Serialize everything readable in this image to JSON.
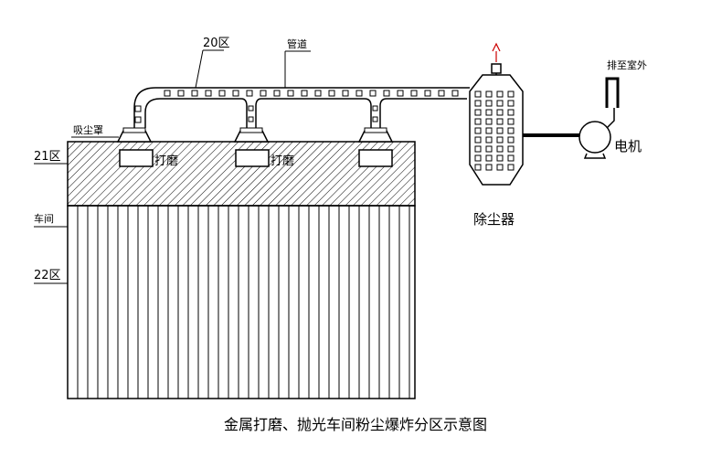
{
  "labels": {
    "zone20": "20区",
    "pipe": "管道",
    "hood": "吸尘罩",
    "zone21": "21区",
    "workshop": "车间",
    "zone22": "22区",
    "grinding": "打磨",
    "collector": "除尘器",
    "fan": "电机",
    "exhaust": "排至室外"
  },
  "caption": "金属打磨、抛光车间粉尘爆炸分区示意图",
  "colors": {
    "line": "#000000",
    "hatch": "#000000",
    "background": "#ffffff"
  }
}
